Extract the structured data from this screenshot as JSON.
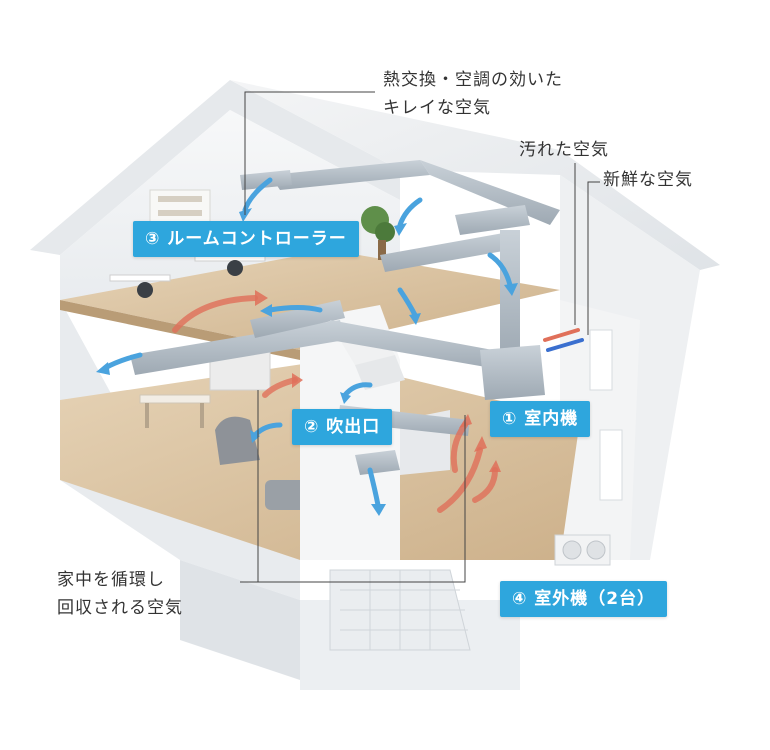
{
  "callouts": {
    "fresh_treated_air": [
      "熱交換・空調の効いた",
      "キレイな空気"
    ],
    "dirty_air": "汚れた空気",
    "fresh_air": "新鮮な空気",
    "circulated_air": [
      "家中を循環し",
      "回収される空気"
    ]
  },
  "badges": {
    "controller": "③ ルームコントローラー",
    "outlet": "② 吹出口",
    "indoor_unit": "① 室内機",
    "outdoor_unit": "④ 室外機（2台）"
  },
  "colors": {
    "badge": "#2ea6dd",
    "duct": "#b9c3cc",
    "cool_arrow": "#4aa3de",
    "warm_arrow": "#e0705a",
    "floor": "#d9c3a3",
    "wall": "#f4f5f6"
  }
}
